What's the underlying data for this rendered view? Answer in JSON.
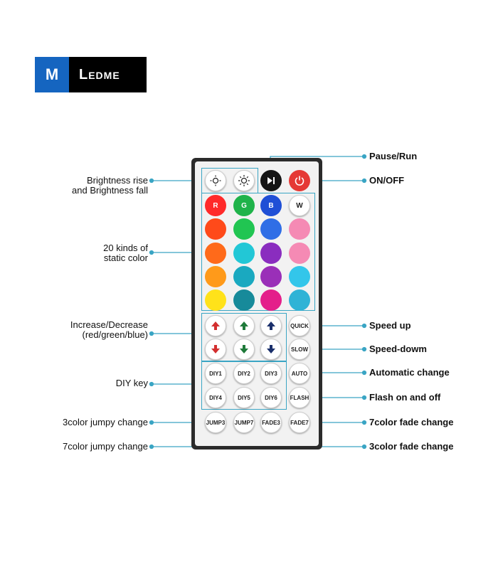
{
  "brand": {
    "mark": "M",
    "name": "Ledme",
    "accent": "#1565c0"
  },
  "colors": {
    "line": "#3aa5c4",
    "frame": "#2b2b2b"
  },
  "labels": {
    "brightness": [
      "Brightness rise",
      "and Brightness fall"
    ],
    "static_color": [
      "20 kinds of",
      "static color"
    ],
    "increase_decrease": [
      "Increase/Decrease",
      "(red/green/blue)"
    ],
    "diy_key": "DIY key",
    "jumpy3": "3color jumpy change",
    "jumpy7": "7color jumpy change",
    "pause_run": "Pause/Run",
    "on_off": "ON/OFF",
    "speed_up": "Speed up",
    "speed_down": "Speed-dowm",
    "auto_change": "Automatic change",
    "flash": "Flash on and off",
    "fade7": "7color fade change",
    "fade3": "3color fade change"
  },
  "buttons": {
    "rgbw": [
      "R",
      "G",
      "B",
      "W"
    ],
    "quick": "QUICK",
    "slow": "SLOW",
    "diy": [
      "DIY1",
      "DIY2",
      "DIY3",
      "DIY4",
      "DIY5",
      "DIY6"
    ],
    "auto": "AUTO",
    "flash": "FLASH",
    "bottom": [
      "JUMP3",
      "JUMP7",
      "FADE3",
      "FADE7"
    ],
    "icons": [
      "brightness-down-icon",
      "brightness-up-icon",
      "play-pause-icon",
      "power-icon"
    ]
  },
  "color_grid": [
    [
      "#ff2a2a",
      "#1fb34a",
      "#1f4fd6",
      "#ffffff"
    ],
    [
      "#ff4a1a",
      "#21c552",
      "#2f6ee6",
      "#f58ab4"
    ],
    [
      "#ff6a1a",
      "#22c7d6",
      "#8a2dbf",
      "#f58ab4"
    ],
    [
      "#ff9a1a",
      "#1aa9c0",
      "#9a2fb8",
      "#33c6ea"
    ],
    [
      "#ffe21a",
      "#178a9a",
      "#e41f8a",
      "#2fb3d6"
    ]
  ],
  "arrow_colors": {
    "red": "#d32f2f",
    "green": "#1f7a3a",
    "blue": "#1a2f6b"
  }
}
